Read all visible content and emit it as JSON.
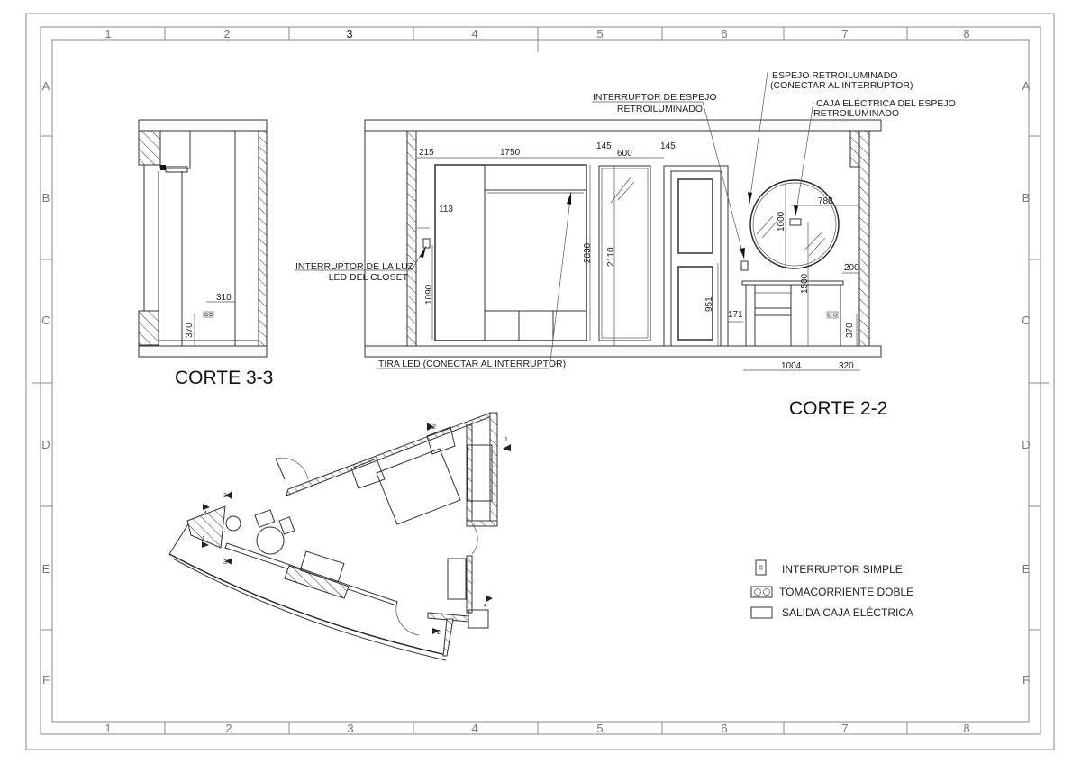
{
  "sheet": {
    "column_labels": [
      "1",
      "2",
      "3",
      "4",
      "5",
      "6",
      "7",
      "8"
    ],
    "row_labels": [
      "A",
      "B",
      "C",
      "D",
      "E",
      "F"
    ]
  },
  "section_3_3": {
    "title": "CORTE 3-3",
    "dims": {
      "horizontal": "310",
      "vertical": "370"
    }
  },
  "section_2_2": {
    "title": "CORTE 2-2",
    "dims": {
      "d215": "215",
      "d1750": "1750",
      "d145a": "145",
      "d600": "600",
      "d145b": "145",
      "d113": "113",
      "d1090": "1090",
      "d2030": "2030",
      "d2110": "2110",
      "d951": "951",
      "d171": "171",
      "d1000": "1000",
      "d788": "788",
      "d200": "200",
      "d1500": "1500",
      "d370": "370",
      "d1004": "1004",
      "d320": "320"
    },
    "annotations": {
      "switch_led_line1": "INTERRUPTOR DE LA LUZ",
      "switch_led_line2": "LED DEL CLOSET",
      "led_strip": "TIRA LED (CONECTAR AL INTERRUPTOR)",
      "mirror_switch_line1": "INTERRUPTOR DE ESPEJO",
      "mirror_switch_line2": "RETROILUMINADO",
      "mirror_line1": "ESPEJO RETROILUMINADO",
      "mirror_line2": "(CONECTAR AL INTERRUPTOR)",
      "box_line1": "CAJA ELÉCTRICA DEL ESPEJO",
      "box_line2": "RETROILUMINADO"
    }
  },
  "plan": {
    "section_markers": [
      "1",
      "2",
      "3",
      "4",
      "1",
      "2",
      "3",
      "4"
    ]
  },
  "legend": {
    "items": [
      {
        "icon": "single-switch-icon",
        "label": "INTERRUPTOR SIMPLE"
      },
      {
        "icon": "double-outlet-icon",
        "label": "TOMACORRIENTE DOBLE"
      },
      {
        "icon": "electrical-box-icon",
        "label": "SALIDA CAJA ELÉCTRICA"
      }
    ]
  }
}
